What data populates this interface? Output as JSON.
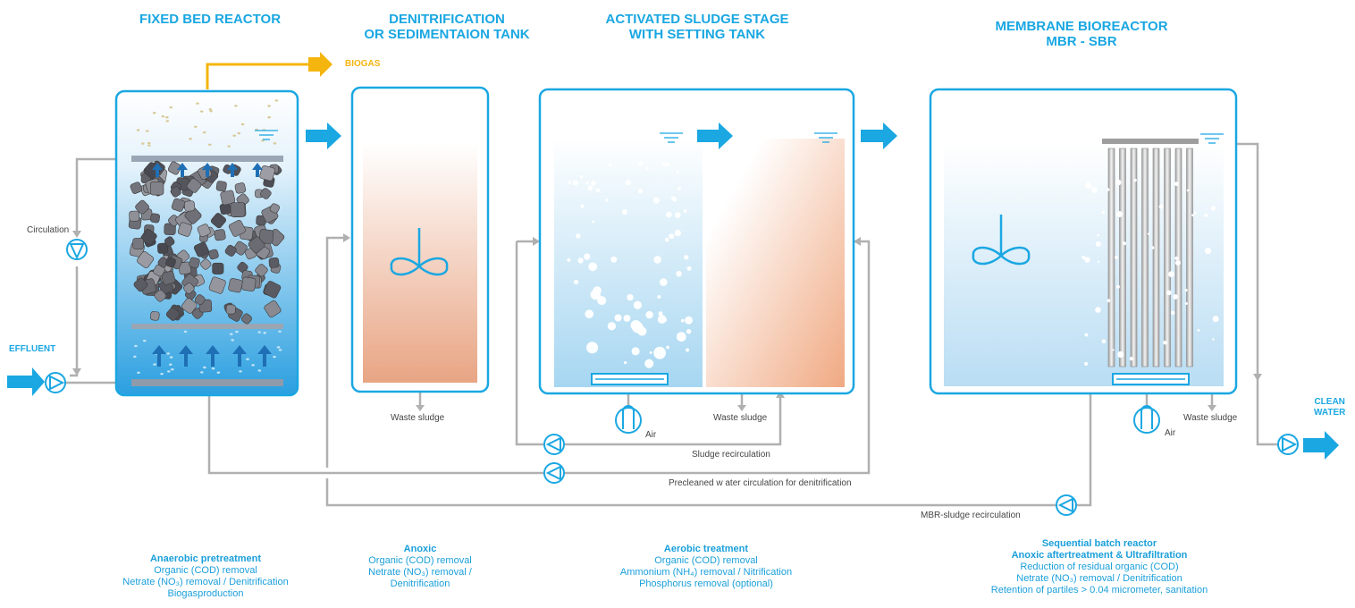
{
  "headings": {
    "fixed_bed": [
      "FIXED BED REACTOR"
    ],
    "denitrification": [
      "DENITRIFICATION",
      "OR SEDIMENTAION TANK"
    ],
    "activated": [
      "ACTIVATED SLUDGE STAGE",
      "WITH SETTING TANK"
    ],
    "membrane": [
      "MEMBRANE BIOREACTOR",
      "MBR - SBR"
    ]
  },
  "labels": {
    "biogas": "BIOGAS",
    "effluent": "EFFLUENT",
    "clean_water": [
      "CLEAN",
      "WATER"
    ],
    "circulation": "Circulation",
    "waste_sludge": "Waste sludge",
    "air": "Air",
    "sludge_recirculation": "Sludge recirculation",
    "precleaned": "Precleaned w ater circulation for denitrification",
    "mbr_recirculation": "MBR-sludge recirculation"
  },
  "descriptions": {
    "anaerobic": {
      "title": "Anaerobic pretreatment",
      "lines": [
        "Organic (COD) removal",
        "Netrate (NO₃) removal / Denitrification",
        "Biogasproduction"
      ]
    },
    "anoxic": {
      "title": "Anoxic",
      "lines": [
        "Organic (COD) removal",
        "Netrate (NO₃) removal /",
        "Denitrification"
      ]
    },
    "aerobic": {
      "title": "Aerobic treatment",
      "lines": [
        "Organic (COD) removal",
        "Ammonium (NH₄) removal / Nitrification",
        "Phosphorus removal (optional)"
      ]
    },
    "sbr": {
      "title": "Sequential batch reactor",
      "title2": "Anoxic aftertreatment & Ultrafiltration",
      "lines": [
        "Reduction of residual organic (COD)",
        "Netrate (NO₃) removal / Denitrification",
        "Retention of partiles > 0.04 micrometer, sanitation"
      ]
    }
  },
  "colors": {
    "accent": "#1aa7e2",
    "biogas": "#f5b50f",
    "pipe": "#b0b0b0",
    "sludge": "#eea888"
  }
}
